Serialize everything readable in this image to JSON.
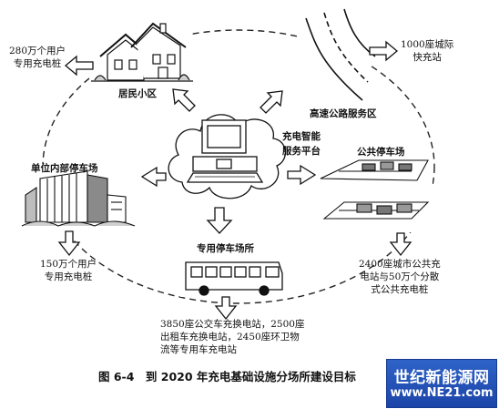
{
  "nodes": {
    "residential": {
      "title": "居民小区",
      "target_line1": "280万个用户",
      "target_line2": "专用充电桩"
    },
    "highway": {
      "title": "高速公路服务区",
      "target_line1": "1000座城际",
      "target_line2": "快充站"
    },
    "platform": {
      "title_line1": "充电智能",
      "title_line2": "服务平台"
    },
    "public_parking": {
      "title": "公共停车场",
      "target_line1": "2400座城市公共充",
      "target_line2": "电站与50万个分散",
      "target_line3": "式公共充电桩"
    },
    "workplace": {
      "title": "单位内部停车场",
      "target_line1": "150万个用户",
      "target_line2": "专用充电桩"
    },
    "dedicated": {
      "title": "专用停车场所",
      "target_line1": "3850座公交车充换电站，2500座",
      "target_line2": "出租车充换电站，2450座环卫物",
      "target_line3": "流等专用车充电站"
    }
  },
  "caption": "图 6-4　到 2020 年充电基础设施分场所建设目标",
  "watermark": {
    "line1": "世纪新能源网",
    "line2": "www.NE21.com"
  }
}
